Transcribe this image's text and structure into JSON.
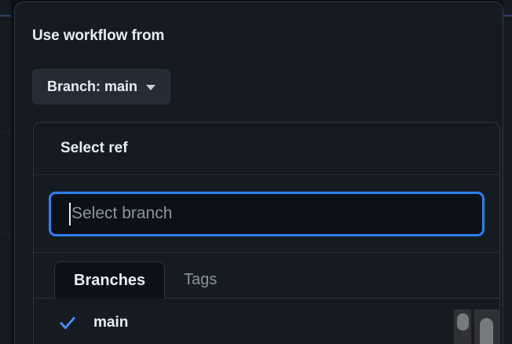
{
  "dialog": {
    "title": "Use workflow from",
    "branch_button": {
      "label": "Branch: main",
      "caret_icon": "chevron-down-icon"
    }
  },
  "ref_panel": {
    "header_title": "Select ref",
    "search": {
      "value": "",
      "placeholder": "Select branch",
      "focused": true,
      "focus_ring_color": "#2f7ef7"
    },
    "tabs": [
      {
        "label": "Branches",
        "active": true
      },
      {
        "label": "Tags",
        "active": false
      }
    ],
    "items": [
      {
        "label": "main",
        "selected": true,
        "check_icon": "check-icon",
        "check_color": "#4493f8"
      }
    ]
  },
  "scrollbars": {
    "inner_list": {
      "name": "inner-list-scrollbar",
      "thumb_color": "#76797d",
      "track_color": "#2f3135"
    },
    "page": {
      "name": "page-scrollbar",
      "thumb_color": "#76797d",
      "track_color": "#2f3135"
    }
  },
  "theme": {
    "page_background": "#0d1117",
    "dialog_background": "#161b22",
    "border": "#30363d",
    "text_primary": "#e6edf3",
    "text_muted": "#8b949e",
    "accent_blue": "#2f7ef7"
  }
}
